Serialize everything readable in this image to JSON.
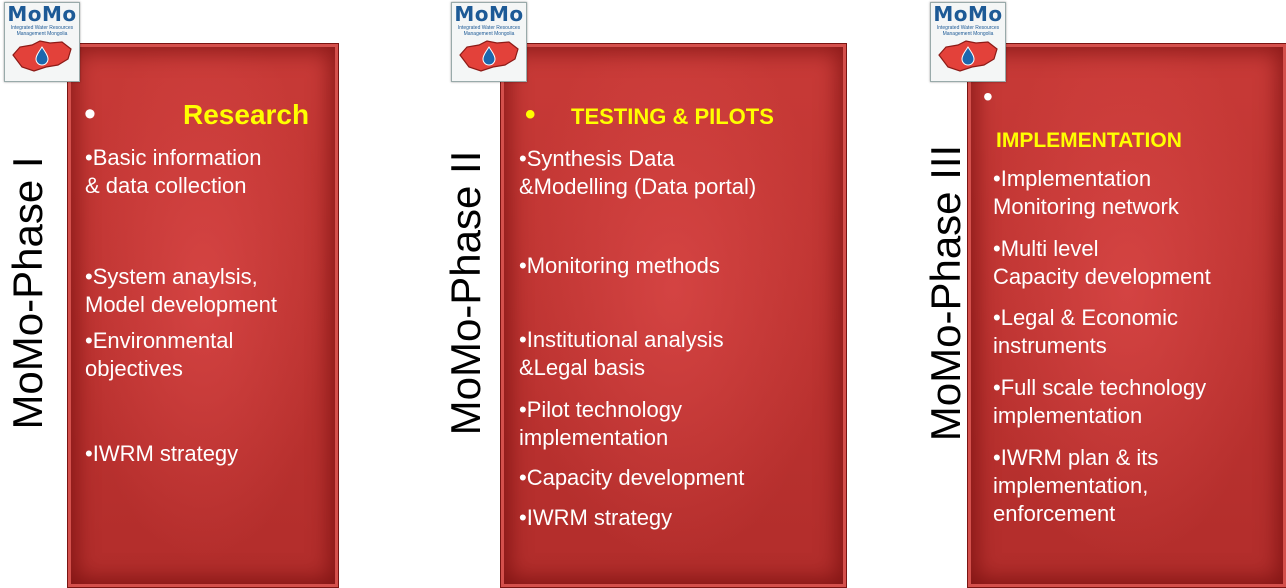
{
  "logo": {
    "wordmark": "MoMo",
    "subtitle": "Integrated Water Resources Management Mongolia"
  },
  "phases": [
    {
      "label": "MoMo-Phase I",
      "bullet": "•",
      "heading": "Research",
      "items": [
        [
          "•Basic information",
          " & data collection"
        ],
        [
          "•System anaylsis,",
          "Model development"
        ],
        [
          "•Environmental",
          " objectives"
        ],
        [
          "•IWRM strategy"
        ]
      ]
    },
    {
      "label": "MoMo-Phase II",
      "bullet": "•",
      "heading": "TESTING &   PILOTS",
      "items": [
        [
          "•Synthesis Data",
          "&Modelling (Data portal)"
        ],
        [
          "•Monitoring methods"
        ],
        [
          "•Institutional analysis",
          "&Legal basis"
        ],
        [
          "•Pilot technology",
          " implementation"
        ],
        [
          "•Capacity development"
        ],
        [
          "•IWRM strategy"
        ]
      ]
    },
    {
      "label": "MoMo-Phase III",
      "bullet": "•",
      "heading": "IMPLEMENTATION",
      "items": [
        [
          "•Implementation",
          " Monitoring network"
        ],
        [
          "•Multi level",
          " Capacity development"
        ],
        [
          "•Legal & Economic",
          " instruments"
        ],
        [
          "•Full scale technology",
          " implementation"
        ],
        [
          "•IWRM plan & its",
          " implementation,",
          " enforcement"
        ]
      ]
    }
  ]
}
